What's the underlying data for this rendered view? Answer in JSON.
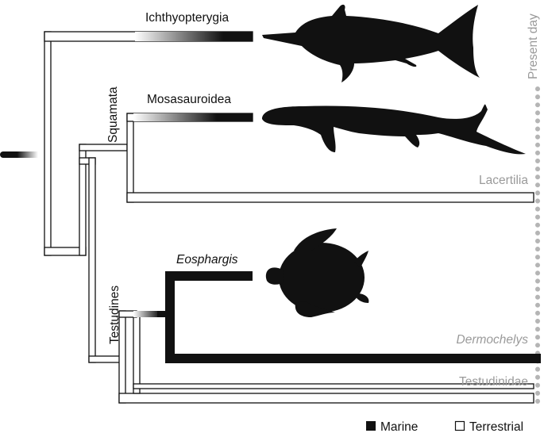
{
  "labels": {
    "ichthyopterygia": "Ichthyopterygia",
    "mosasauroidea": "Mosasauroidea",
    "squamata": "Squamata",
    "lacertilia": "Lacertilia",
    "eosphargis": "Eosphargis",
    "testudines": "Testudines",
    "dermochelys": "Dermochelys",
    "testudinidae": "Testudinidae",
    "present_day": "Present day"
  },
  "legend": {
    "marine": "Marine",
    "terrestrial": "Terrestrial"
  },
  "colors": {
    "marine": "#111111",
    "terrestrial": "#ffffff",
    "outline": "#111111",
    "grey_label": "#9a9a9a",
    "present_day_dots": "#b5b5b5"
  },
  "icons": [
    "ichthyosaur-silhouette",
    "mosasaur-silhouette",
    "sea-turtle-silhouette"
  ]
}
